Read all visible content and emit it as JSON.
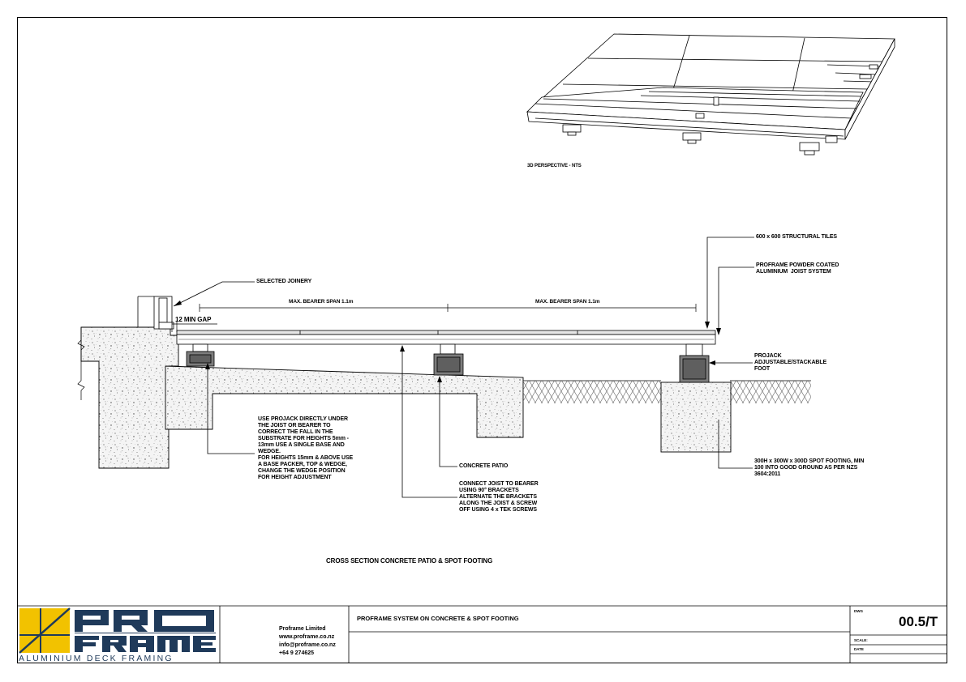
{
  "perspective": {
    "caption": "3D PERSPECTIVE - NTS"
  },
  "section": {
    "title": "CROSS SECTION CONCRETE PATIO & SPOT FOOTING",
    "gap_label": "12 MIN GAP",
    "span_left": "MAX. BEARER SPAN 1.1m",
    "span_right": "MAX. BEARER SPAN 1.1m",
    "labels": {
      "selected_joinery": "SELECTED JOINERY",
      "tiles": "600 x 600 STRUCTURAL TILES",
      "joist_system": "PROFRAME POWDER COATED\nALUMINIUM  JOIST SYSTEM",
      "projack_foot": "PROJACK\nADJUSTABLE/STACKABLE\nFOOT",
      "spot_footing": "300H x 300W x 300D SPOT FOOTING, MIN\n100 INTO GOOD GROUND AS PER NZS\n3604:2011",
      "projack_note": "USE PROJACK DIRECTLY UNDER\nTHE JOIST OR BEARER TO\nCORRECT THE FALL IN THE\nSUBSTRATE FOR HEIGHTS 5mm -\n13mm USE A SINGLE BASE AND\nWEDGE.\nFOR HEIGHTS 15mm & ABOVE USE\nA BASE PACKER, TOP & WEDGE,\nCHANGE THE WEDGE POSITION\nFOR HEIGHT ADJUSTMENT",
      "concrete_patio": "CONCRETE PATIO",
      "connect_joist": "CONNECT JOIST TO BEARER\nUSING 90° BRACKETS\nALTERNATE THE BRACKETS\nALONG THE JOIST & SCREW\nOFF USING 4 x TEK SCREWS"
    }
  },
  "title_block": {
    "logo_text_top": "PRO",
    "logo_text_bottom": "FRAME",
    "tagline": "ALUMINIUM DECK FRAMING",
    "company_info": "Proframe Limited\nwww.proframe.co.nz\ninfo@proframe.co.nz\n+64 9 274625",
    "drawing_title": "PROFRAME SYSTEM ON CONCRETE & SPOT FOOTING",
    "field_dwg": "DWG",
    "field_scale": "SCALE:",
    "field_date": "DATE",
    "drawing_number": "00.5/T"
  },
  "colors": {
    "logo_yellow": "#f2c200",
    "logo_navy": "#1f3a5a",
    "concrete_fill": "#f2f2f2",
    "foot_grey": "#7d7d7d"
  }
}
